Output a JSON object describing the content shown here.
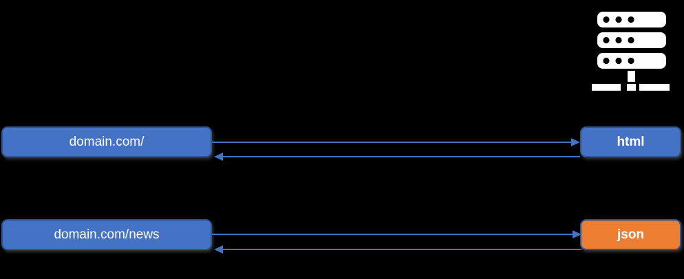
{
  "colors": {
    "background": "#000000",
    "box_blue": "#4472C4",
    "box_orange": "#ED7D31",
    "box_border": "#2F5597",
    "arrow": "#4472C4",
    "icon": "#FFFFFF",
    "text": "#FFFFFF"
  },
  "server": {
    "icon": "server-icon"
  },
  "rows": [
    {
      "request_label": "domain.com/",
      "response_label": "html",
      "response_fill": "#4472C4"
    },
    {
      "request_label": "domain.com/news",
      "response_label": "json",
      "response_fill": "#ED7D31"
    }
  ]
}
